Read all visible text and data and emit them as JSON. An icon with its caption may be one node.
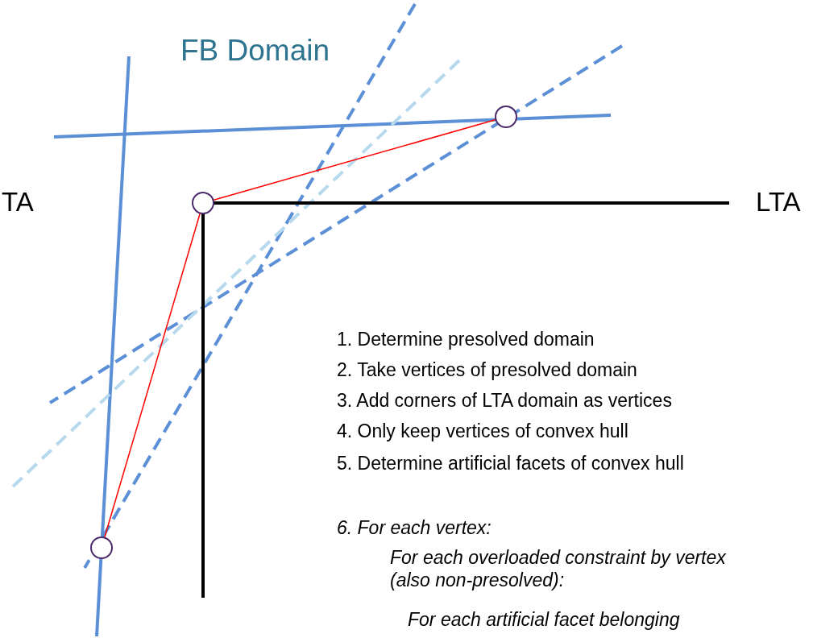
{
  "diagram": {
    "title": "FB Domain",
    "nodes": [
      {
        "text": [],
        "shape": "circle"
      },
      {
        "text": [],
        "shape": "circle"
      },
      {
        "text": [],
        "shape": "circle"
      }
    ],
    "edges": [
      {
        "from": 1,
        "to": 0,
        "arrow": "none",
        "color": "#ff0000"
      },
      {
        "from": 1,
        "to": 2,
        "arrow": "none",
        "color": "#ff0000"
      }
    ],
    "labels": [
      "TA",
      "LTA",
      "1. Determine presolved domain",
      "2. Take vertices of presolved domain",
      "3. Add corners of LTA domain as vertices",
      "4. Only keep vertices of convex hull",
      "5. Determine artificial facets of convex hull",
      "6. For each vertex:",
      "For each overloaded constraint by vertex (also non-presolved):",
      "For each artificial facet belonging"
    ]
  }
}
